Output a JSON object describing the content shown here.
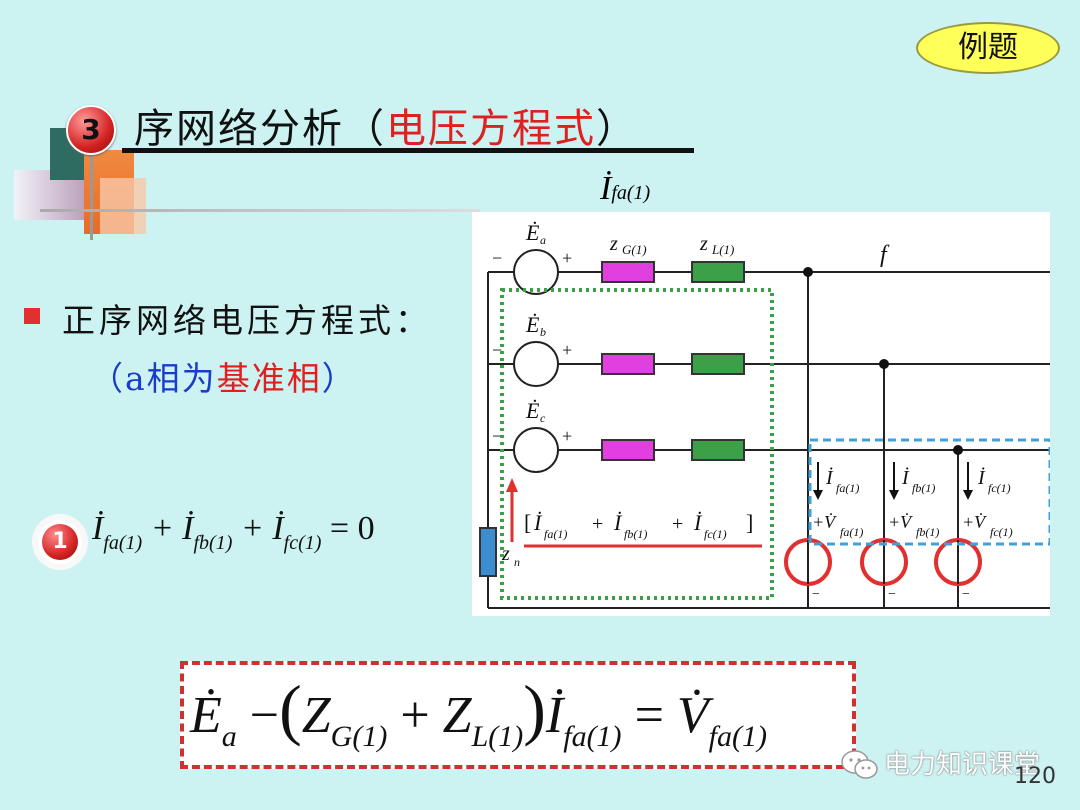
{
  "badge": {
    "number": "3"
  },
  "title": {
    "main": "序网络分析（",
    "red": "电压方程式",
    "close": "）"
  },
  "pill": {
    "label": "例题"
  },
  "bullet": {
    "text": "正序网络电压方程式："
  },
  "subtitle": {
    "open": "（a相为",
    "red": "基准相",
    "close": "）"
  },
  "equation1": {
    "badge": "1",
    "text": "İfa(1) + İfb(1) + İfc(1) = 0"
  },
  "equation2": {
    "text": "Ėa − (ZG(1) + ZL(1)) İfa(1) = V̇fa(1)"
  },
  "circuit": {
    "top_current": "İfa(1)",
    "sources": [
      "Ėa",
      "Ėb",
      "Ėc"
    ],
    "zg_label": "zG(1)",
    "zl_label": "zL(1)",
    "fault_point": "f",
    "neutral": "zn",
    "sum_label": "[İfa(1) + İfb(1) + İfc(1)]",
    "fault_currents": [
      "İfa(1)",
      "İfb(1)",
      "İfc(1)"
    ],
    "fault_voltages": [
      "+V̇fa(1)",
      "+V̇fb(1)",
      "+V̇fc(1)"
    ],
    "colors": {
      "zg": "#E040E0",
      "zl": "#3CA048",
      "arrow": "#E03030",
      "green_box": "#3CA048",
      "blue_box": "#40A0D8",
      "zn": "#3C8CD0"
    }
  },
  "watermark": {
    "text": "电力知识课堂"
  },
  "page": {
    "number": "120"
  }
}
